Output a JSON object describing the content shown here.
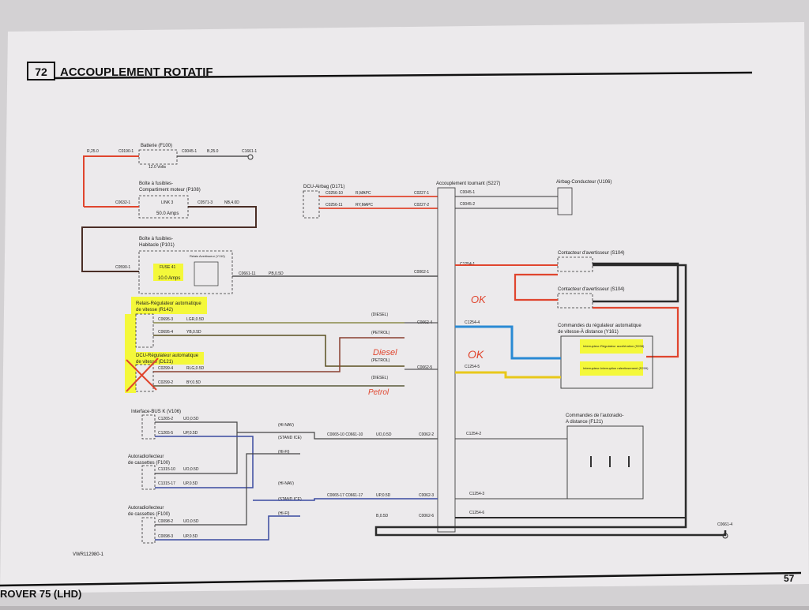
{
  "header": {
    "number": "72",
    "title": "ACCOUPLEMENT ROTATIF"
  },
  "footer": {
    "model": "ROVER 75 (LHD)",
    "page": "57",
    "ref": "VWR112980-1"
  },
  "battery": {
    "title": "Batterie (F100)",
    "volts": "12.0 Volts",
    "c_left": "C0190-1",
    "c_right": "C0045-1",
    "wire_left": "R,25.0",
    "wire_right": "B,25.0",
    "ground": "C1661-1"
  },
  "fusebox_engine": {
    "title1": "Boîte à fusibles-",
    "title2": "Compartiment moteur (P108)",
    "link": "LINK 3",
    "amps": "50.0 Amps",
    "c_left": "C0632-1",
    "c_right": "C0571-3",
    "wire": "NB,4.0D"
  },
  "fusebox_cabin": {
    "title1": "Boîte à fusibles-",
    "title2": "Habitacle (P101)",
    "fuse": "FUSE 41",
    "amps": "10.0 Amps",
    "relay": "Relais Avertisseur (Y110)",
    "c_left": "C0590-1",
    "c_out": "C0661-11",
    "wire": "PB,0.5D",
    "c_mid": "C0062-1"
  },
  "dcu_airbag": {
    "title": "DCU-Airbag (D171)",
    "c1": "C0256-10",
    "c2": "C0256-11",
    "wire1": "R,MAPC",
    "wire2": "RY,MAPC",
    "c1b": "C0227-1",
    "c2b": "C0227-2"
  },
  "rotary": {
    "title": "Accouplement tournant (S227)",
    "c1": "C0045-1",
    "c2": "C0045-2",
    "c3": "C1254-1",
    "c4": "C1254-4",
    "c5": "C1254-5",
    "c6": "C1254-2",
    "c7": "C1254-3",
    "c8": "C1254-6"
  },
  "airbag_driver": {
    "title": "Airbag-Conducteur (U106)"
  },
  "horn1": {
    "title": "Contacteur d'avertisseur (S104)"
  },
  "horn2": {
    "title": "Contacteur d'avertisseur (S104)"
  },
  "relay_speed": {
    "title1": "Relais-Régulateur automatique",
    "title2": "de vitesse (R142)",
    "c1": "C0695-3",
    "c2": "C0695-4",
    "wire1": "LGR,0.5D",
    "wire2": "YB,0.5D",
    "opt1": "(DIESEL)",
    "opt2": "(PETROL)",
    "c_mid": "C0062-4"
  },
  "dcu_speed": {
    "title1": "DCU-Régulateur automatique",
    "title2": "de vitesse (D121)",
    "c1": "C0299-4",
    "c2": "C0299-2",
    "wire1": "RLG,0.5D",
    "wire2": "BY,0.5D",
    "opt1": "(PETROL)",
    "opt2": "(DIESEL)",
    "c_mid": "C0062-5"
  },
  "cruise": {
    "title1": "Commandes du régulateur automatique",
    "title2": "de vitesse-À distance (Y161)",
    "sw1": "Interrupteur-Régulateur accélération (S208)",
    "sw2": "Interrupteur-Interruption ralentissement (S209)"
  },
  "busk": {
    "title": "Interface-BUS K (V106)",
    "c1": "C1265-2",
    "c2": "C1265-5",
    "wire1": "UO,0.5D",
    "wire2": "UP,0.5D"
  },
  "radio1": {
    "title1": "Autoradio/lecteur",
    "title2": "de cassettes (F100)",
    "c1": "C1315-10",
    "c2": "C1315-17",
    "wire1": "UO,0.5D",
    "wire2": "UP,0.5D"
  },
  "radio2": {
    "title1": "Autoradio/lecteur",
    "title2": "de cassettes (F100)",
    "c1": "C0098-2",
    "c2": "C0098-3",
    "wire1": "UO,0.5D",
    "wire2": "UP,0.5D"
  },
  "options": {
    "hinav": "(HI-NAV)",
    "standice": "(STAND ICE)",
    "hifi": "(HI-FI)"
  },
  "splice": {
    "row1_c": "C0065-10 C0661-10",
    "row1_wire": "UO,0.5D",
    "row1_mid": "C0062-2",
    "row2_c": "C0065-17 C0661-17",
    "row2_wire": "UP,0.5D",
    "row2_mid": "C0062-3",
    "row3_wire": "B,0.5D",
    "row3_mid": "C0062-6"
  },
  "radio_remote": {
    "title1": "Commandes de l'autoradio-",
    "title2": "A distance (F121)"
  },
  "ground_end": {
    "label": "C0661-4"
  },
  "handwritten": {
    "ok1": "OK",
    "ok2": "OK",
    "diesel": "Diesel",
    "petrol": "Petrol"
  }
}
